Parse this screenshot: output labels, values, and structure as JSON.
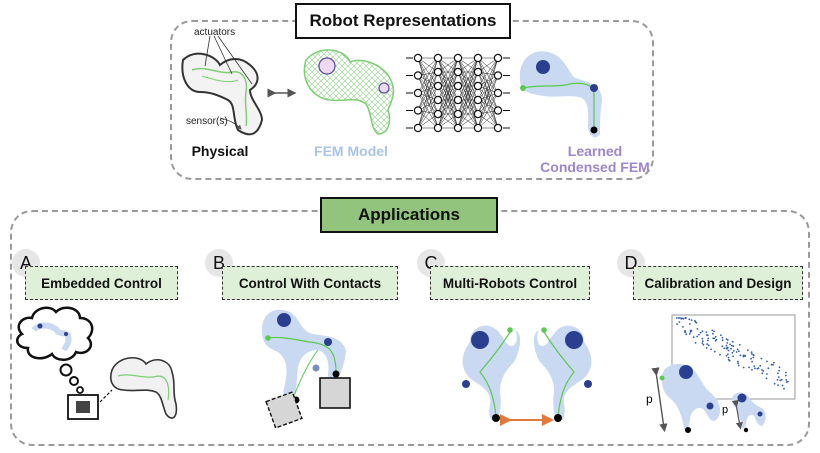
{
  "header": {
    "title": "Robot Representations"
  },
  "representations": {
    "physical_label": "Physical",
    "fem_label": "FEM Model",
    "learned_label_line1": "Learned",
    "learned_label_line2": "Condensed FEM",
    "actuators_label": "actuators",
    "sensors_label": "sensor(s)"
  },
  "applications": {
    "title": "Applications",
    "items": [
      {
        "letter": "A",
        "label": "Embedded Control"
      },
      {
        "letter": "B",
        "label": "Control With Contacts"
      },
      {
        "letter": "C",
        "label": "Multi-Robots Control"
      },
      {
        "letter": "D",
        "label": "Calibration and Design"
      }
    ],
    "param_label": "p"
  },
  "colors": {
    "fem_text": "#a9c4e8",
    "learned_text": "#9b87c9",
    "app_title_bg": "#93c47d",
    "app_label_bg": "#dff0d8",
    "node_dark": "#2a3f8f",
    "halo": "#c9d9f2",
    "green": "#5cc94f",
    "arrow_orange": "#e07a3a"
  }
}
